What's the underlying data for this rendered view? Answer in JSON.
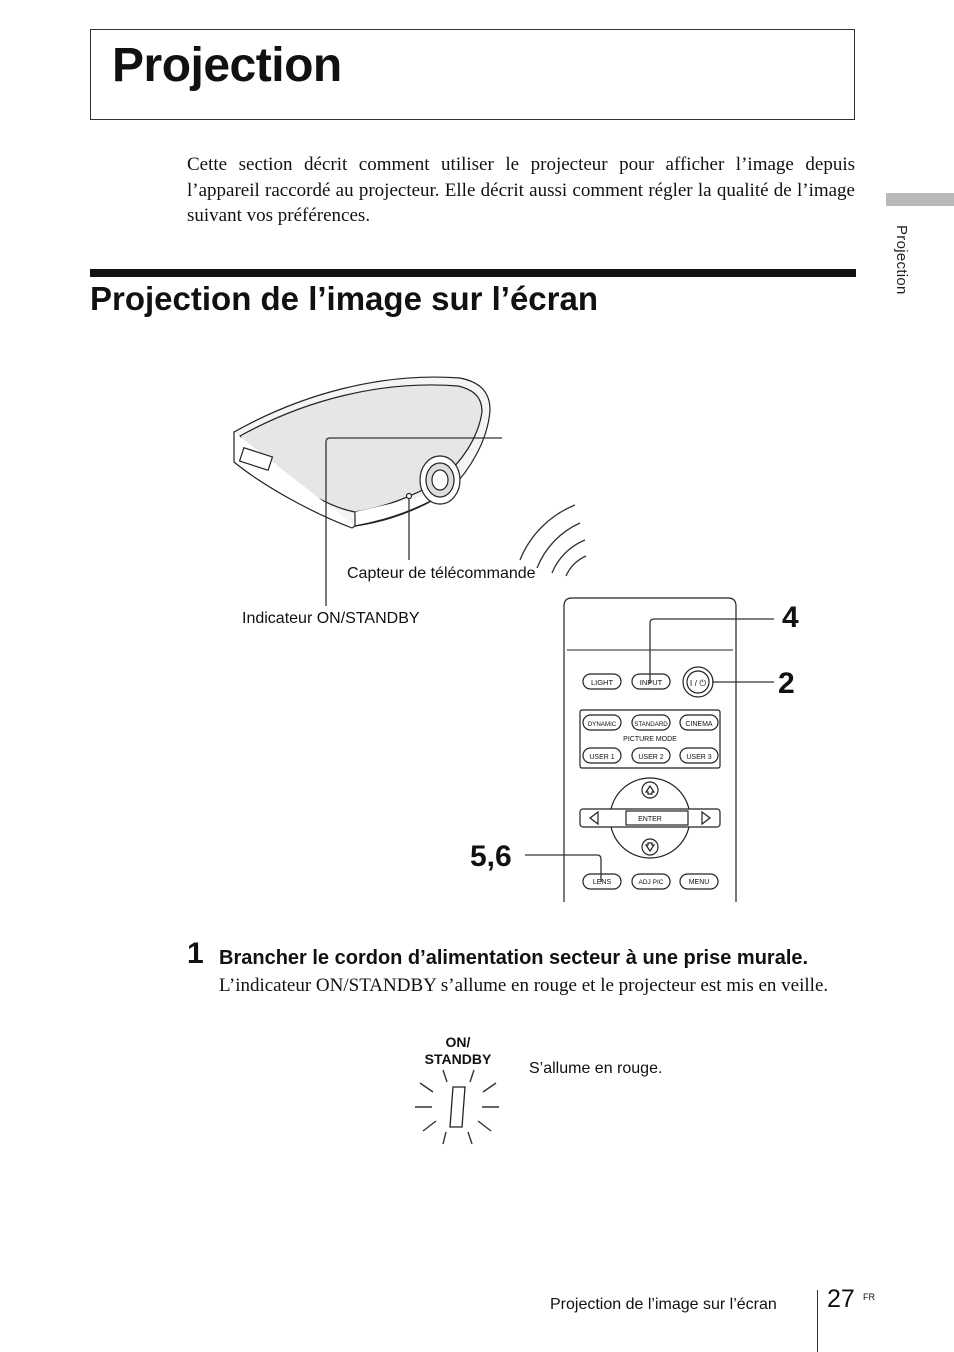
{
  "header": {
    "title": "Projection"
  },
  "intro": "Cette section décrit comment utiliser le projecteur pour afficher l’image depuis l’appareil raccordé au projecteur. Elle décrit aussi comment régler la qualité de l’image suivant vos préférences.",
  "section": {
    "title": "Projection de l’image sur l’écran"
  },
  "side_tab": {
    "label": "Projection"
  },
  "diagram": {
    "labels": {
      "sensor": "Capteur de télécommande",
      "indicator": "Indicateur ON/STANDBY"
    },
    "callouts": {
      "input": "4",
      "power": "2",
      "lens": "5,6"
    },
    "remote": {
      "buttons_row1": [
        "LIGHT",
        "INPUT"
      ],
      "power_symbol": "I / ⏻",
      "picture_mode_row1": [
        "DYNAMIC",
        "STANDARD",
        "CINEMA"
      ],
      "picture_mode_label": "PICTURE MODE",
      "picture_mode_row2": [
        "USER 1",
        "USER 2",
        "USER 3"
      ],
      "enter_label": "ENTER",
      "bottom_row": [
        "LENS",
        "ADJ PIC",
        "MENU"
      ]
    }
  },
  "step1": {
    "number": "1",
    "heading": "Brancher le cordon d’alimentation secteur à une prise murale.",
    "body": "L’indicateur ON/STANDBY s’allume en rouge et le projecteur est mis en veille."
  },
  "indicator_figure": {
    "label_line1": "ON/",
    "label_line2": "STANDBY",
    "caption": "S’allume en rouge."
  },
  "footer": {
    "section": "Projection de l’image sur l’écran",
    "page_number": "27",
    "language": "FR"
  }
}
